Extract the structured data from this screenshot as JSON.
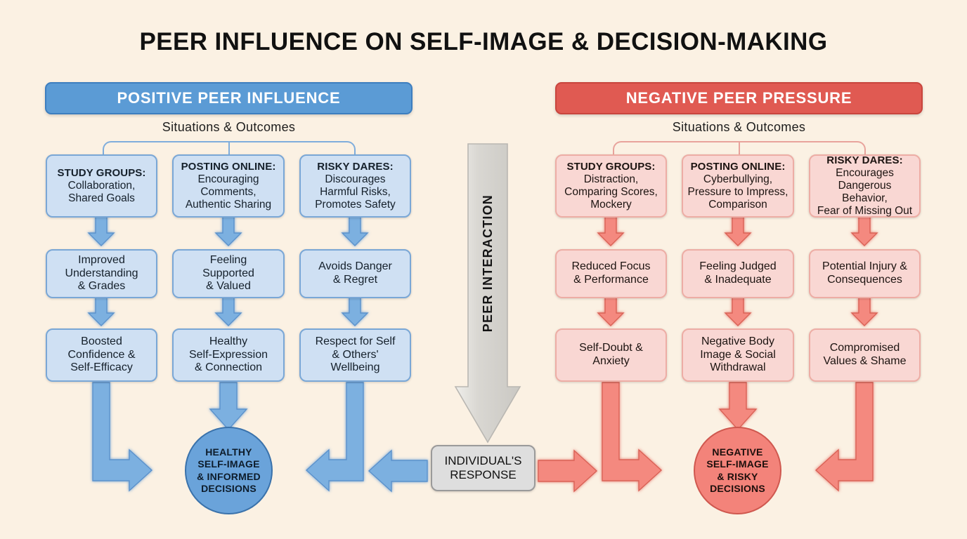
{
  "page": {
    "title": "Peer Influence on Self-Image & Decision-Making",
    "background_color": "#fbf1e3"
  },
  "colors": {
    "positive_banner": "#5b9bd5",
    "negative_banner": "#e05a52",
    "positive_box": "#cfe0f3",
    "negative_box": "#f9d7d3",
    "positive_circle": "#6aa3da",
    "negative_circle": "#f3837a",
    "neutral_box": "#dedede",
    "arrow_grey": "#d4d2cd"
  },
  "positive": {
    "banner_label": "Positive Peer Influence",
    "sub_label": "Situations & Outcomes",
    "columns": [
      {
        "situation_head": "STUDY GROUPS:",
        "situation_body": "Collaboration,\nShared Goals",
        "outcome1": "Improved\nUnderstanding\n& Grades",
        "outcome2": "Boosted\nConfidence &\nSelf-Efficacy"
      },
      {
        "situation_head": "POSTING ONLINE:",
        "situation_body": "Encouraging\nComments,\nAuthentic Sharing",
        "outcome1": "Feeling\nSupported\n& Valued",
        "outcome2": "Healthy\nSelf-Expression\n& Connection"
      },
      {
        "situation_head": "RISKY DARES:",
        "situation_body": "Discourages\nHarmful Risks,\nPromotes Safety",
        "outcome1": "Avoids Danger\n& Regret",
        "outcome2": "Respect for Self\n& Others'\nWellbeing"
      }
    ],
    "result_circle": "HEALTHY\nSELF-IMAGE\n& INFORMED\nDECISIONS"
  },
  "negative": {
    "banner_label": "Negative Peer Pressure",
    "sub_label": "Situations & Outcomes",
    "columns": [
      {
        "situation_head": "STUDY GROUPS:",
        "situation_body": "Distraction,\nComparing Scores,\nMockery",
        "outcome1": "Reduced Focus\n& Performance",
        "outcome2": "Self-Doubt &\nAnxiety"
      },
      {
        "situation_head": "POSTING ONLINE:",
        "situation_body": "Cyberbullying,\nPressure to Impress,\nComparison",
        "outcome1": "Feeling Judged\n& Inadequate",
        "outcome2": "Negative Body\nImage & Social\nWithdrawal"
      },
      {
        "situation_head": "RISKY DARES:",
        "situation_body": "Encourages\nDangerous Behavior,\nFear of Missing Out",
        "outcome1": "Potential Injury &\nConsequences",
        "outcome2": "Compromised\nValues & Shame"
      }
    ],
    "result_circle": "NEGATIVE\nSELF-IMAGE\n& RISKY\nDECISIONS"
  },
  "center": {
    "vertical_arrow_label": "Peer Interaction",
    "response_box_label": "Individual's\nResponse"
  }
}
